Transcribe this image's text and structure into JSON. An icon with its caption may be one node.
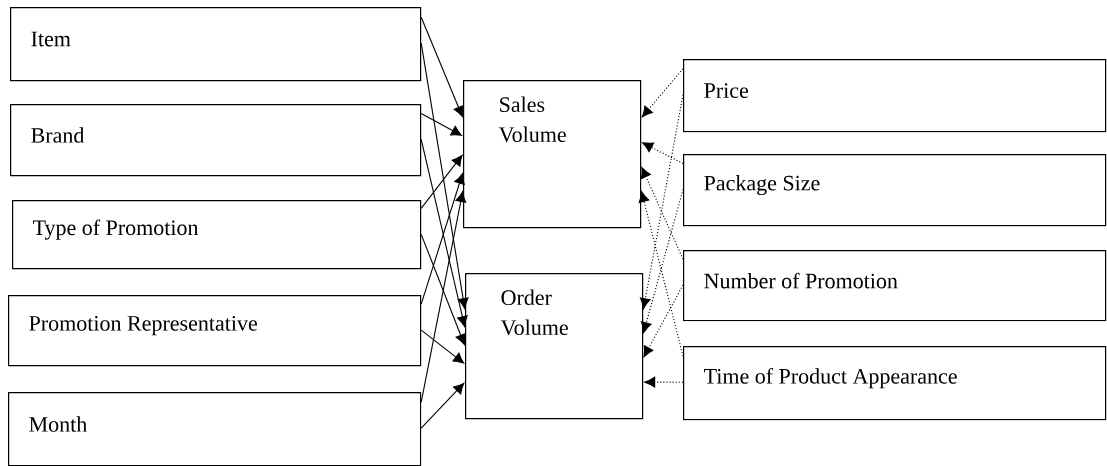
{
  "diagram": {
    "nodes": [
      {
        "text": [
          "Item"
        ]
      },
      {
        "text": [
          "Brand"
        ]
      },
      {
        "text": [
          "Type of Promotion"
        ]
      },
      {
        "text": [
          "Promotion Representative"
        ]
      },
      {
        "text": [
          "Month"
        ]
      },
      {
        "text": [
          "Sales Volume"
        ]
      },
      {
        "text": [
          "Order Volume"
        ]
      },
      {
        "text": [
          "Price"
        ]
      },
      {
        "text": [
          "Package Size"
        ]
      },
      {
        "text": [
          "Number of Promotion"
        ]
      },
      {
        "text": [
          "Time of Product Appearance"
        ]
      }
    ],
    "edges": [
      {
        "from": 0,
        "to": 5,
        "arrow": "to"
      },
      {
        "from": 0,
        "to": 6,
        "arrow": "to"
      },
      {
        "from": 1,
        "to": 5,
        "arrow": "to"
      },
      {
        "from": 1,
        "to": 6,
        "arrow": "to"
      },
      {
        "from": 2,
        "to": 5,
        "arrow": "to"
      },
      {
        "from": 2,
        "to": 6,
        "arrow": "to"
      },
      {
        "from": 3,
        "to": 5,
        "arrow": "to"
      },
      {
        "from": 3,
        "to": 6,
        "arrow": "to"
      },
      {
        "from": 4,
        "to": 5,
        "arrow": "to"
      },
      {
        "from": 4,
        "to": 6,
        "arrow": "to"
      },
      {
        "from": 7,
        "to": 5,
        "arrow": "to",
        "style": "dashed"
      },
      {
        "from": 7,
        "to": 6,
        "arrow": "to",
        "style": "dashed"
      },
      {
        "from": 8,
        "to": 5,
        "arrow": "to",
        "style": "dashed"
      },
      {
        "from": 8,
        "to": 6,
        "arrow": "to",
        "style": "dashed"
      },
      {
        "from": 9,
        "to": 5,
        "arrow": "to",
        "style": "dashed"
      },
      {
        "from": 9,
        "to": 6,
        "arrow": "to",
        "style": "dashed"
      },
      {
        "from": 10,
        "to": 5,
        "arrow": "to",
        "style": "dashed"
      },
      {
        "from": 10,
        "to": 6,
        "arrow": "to",
        "style": "dashed"
      }
    ]
  }
}
